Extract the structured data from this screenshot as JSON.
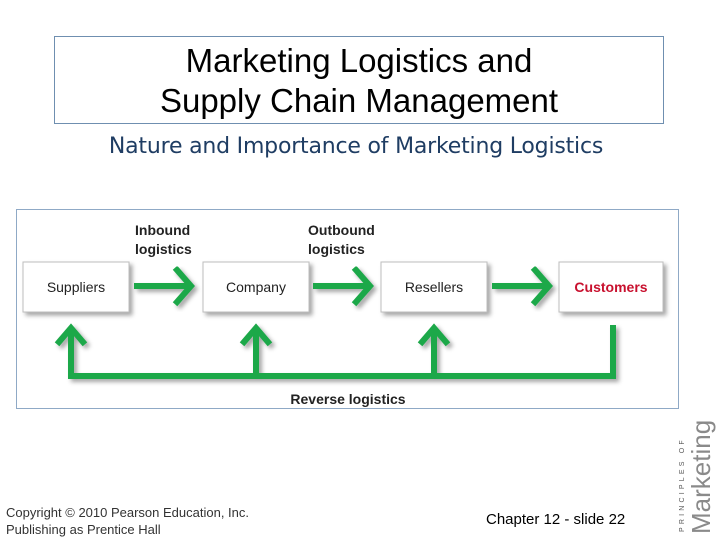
{
  "title": {
    "line1": "Marketing Logistics and",
    "line2": "Supply Chain Management"
  },
  "subtitle": "Nature and Importance of Marketing Logistics",
  "diagram": {
    "inbound_label": [
      "Inbound",
      "logistics"
    ],
    "outbound_label": [
      "Outbound",
      "logistics"
    ],
    "reverse_label": "Reverse logistics",
    "boxes": [
      "Suppliers",
      "Company",
      "Resellers",
      "Customers"
    ],
    "arrow_color": "#1ea84a",
    "highlight_color": "#c8102e"
  },
  "footer": {
    "copyright_line1": "Copyright © 2010 Pearson Education, Inc.",
    "copyright_line2": "Publishing as Prentice Hall",
    "slide": "Chapter 12 - slide 22"
  },
  "logo": {
    "small": "PRINCIPLES OF",
    "large": "Marketing"
  }
}
